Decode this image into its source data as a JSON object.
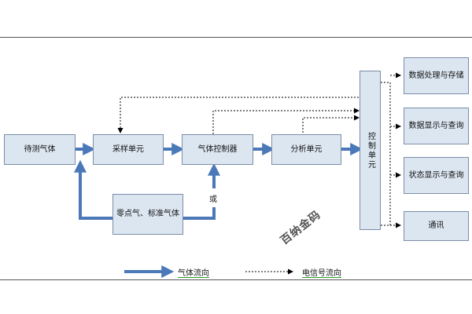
{
  "nodes": {
    "sample_gas": "待测气体",
    "sampling_unit": "采样单元",
    "gas_controller": "气体控制器",
    "analysis_unit": "分析单元",
    "zero_standard_gas": "零点气、标准气体",
    "control_unit": "控制单元",
    "data_storage": "数据处理与存储",
    "data_display": "数据显示与查询",
    "status_display": "状态显示与查询",
    "communication": "通讯"
  },
  "or_label": "或",
  "legend": {
    "gas_flow": "气体流向",
    "signal_flow": "电信号流向"
  },
  "watermark": "百纳金码",
  "colors": {
    "gas_arrow": "#4a78b8",
    "box_fill": "#dce6f1",
    "box_border": "#7a8da8",
    "legend_underline": "#2ca02c"
  }
}
